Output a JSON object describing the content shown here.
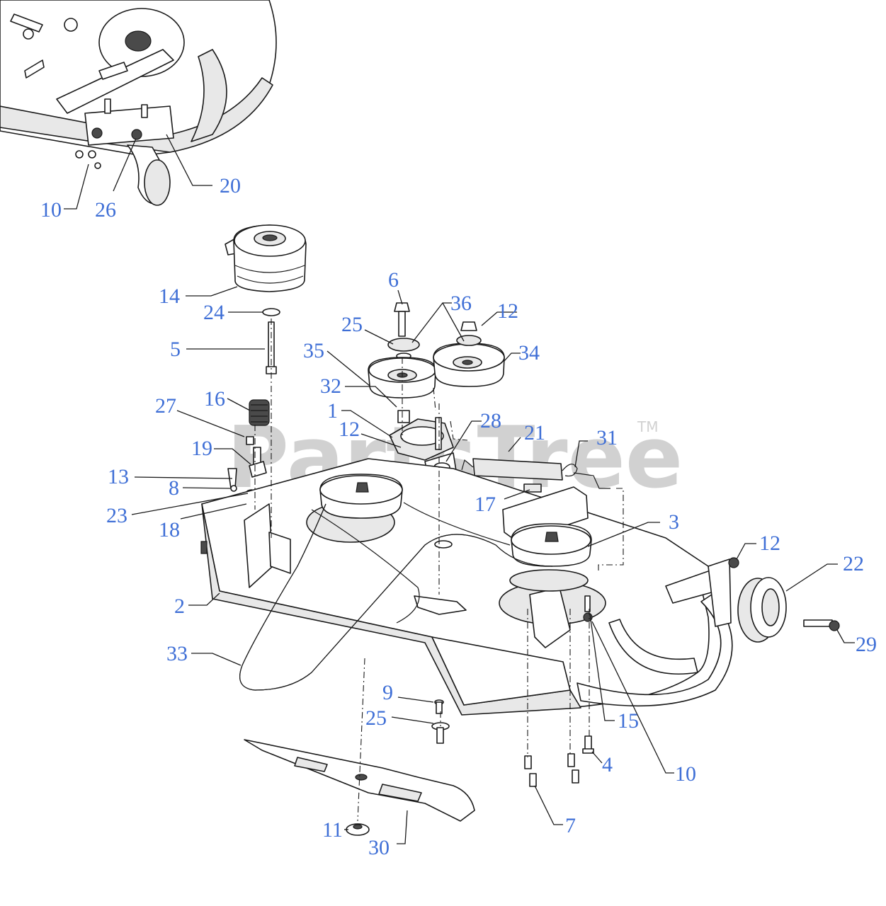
{
  "colors": {
    "callout": "#3f6fd6",
    "line": "#1a1a1a",
    "watermark": "#c9c9c9"
  },
  "watermark": {
    "text": "PartsTree",
    "mark": "TM"
  },
  "callouts": [
    {
      "id": "c10a",
      "text": "10"
    },
    {
      "id": "c26",
      "text": "26"
    },
    {
      "id": "c20",
      "text": "20"
    },
    {
      "id": "c14",
      "text": "14"
    },
    {
      "id": "c24",
      "text": "24"
    },
    {
      "id": "c5",
      "text": "5"
    },
    {
      "id": "c6",
      "text": "6"
    },
    {
      "id": "c36",
      "text": "36"
    },
    {
      "id": "c12a",
      "text": "12"
    },
    {
      "id": "c25a",
      "text": "25"
    },
    {
      "id": "c35",
      "text": "35"
    },
    {
      "id": "c34",
      "text": "34"
    },
    {
      "id": "c32",
      "text": "32"
    },
    {
      "id": "c16",
      "text": "16"
    },
    {
      "id": "c27",
      "text": "27"
    },
    {
      "id": "c1",
      "text": "1"
    },
    {
      "id": "c28",
      "text": "28"
    },
    {
      "id": "c12b",
      "text": "12"
    },
    {
      "id": "c21",
      "text": "21"
    },
    {
      "id": "c31",
      "text": "31"
    },
    {
      "id": "c19",
      "text": "19"
    },
    {
      "id": "c13",
      "text": "13"
    },
    {
      "id": "c8",
      "text": "8"
    },
    {
      "id": "c17",
      "text": "17"
    },
    {
      "id": "c23",
      "text": "23"
    },
    {
      "id": "c18",
      "text": "18"
    },
    {
      "id": "c3",
      "text": "3"
    },
    {
      "id": "c12c",
      "text": "12"
    },
    {
      "id": "c22",
      "text": "22"
    },
    {
      "id": "c2",
      "text": "2"
    },
    {
      "id": "c29",
      "text": "29"
    },
    {
      "id": "c33",
      "text": "33"
    },
    {
      "id": "c9",
      "text": "9"
    },
    {
      "id": "c15",
      "text": "15"
    },
    {
      "id": "c25b",
      "text": "25"
    },
    {
      "id": "c4",
      "text": "4"
    },
    {
      "id": "c10b",
      "text": "10"
    },
    {
      "id": "c11",
      "text": "11"
    },
    {
      "id": "c30",
      "text": "30"
    },
    {
      "id": "c7",
      "text": "7"
    }
  ]
}
